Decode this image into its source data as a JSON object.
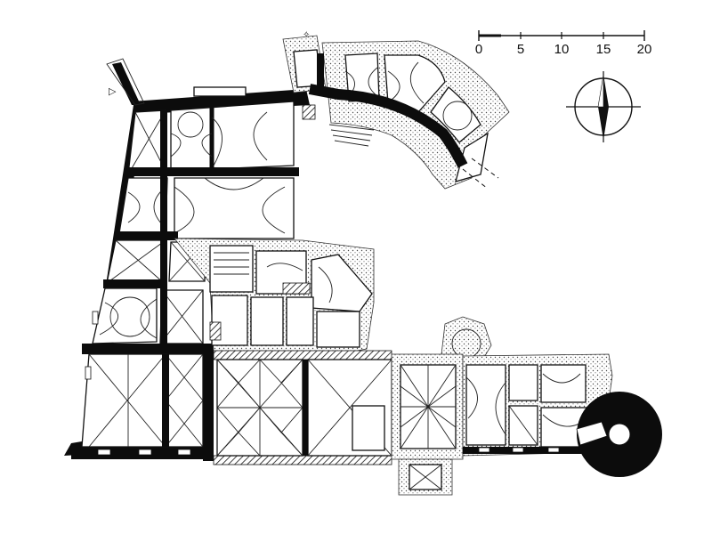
{
  "scale_bar": {
    "labels": [
      "0",
      "5",
      "10",
      "15",
      "20"
    ]
  },
  "compass": {
    "icon": "north-arrow-icon"
  },
  "colors": {
    "wall": "#0c0c0c",
    "paper": "#ffffff"
  }
}
